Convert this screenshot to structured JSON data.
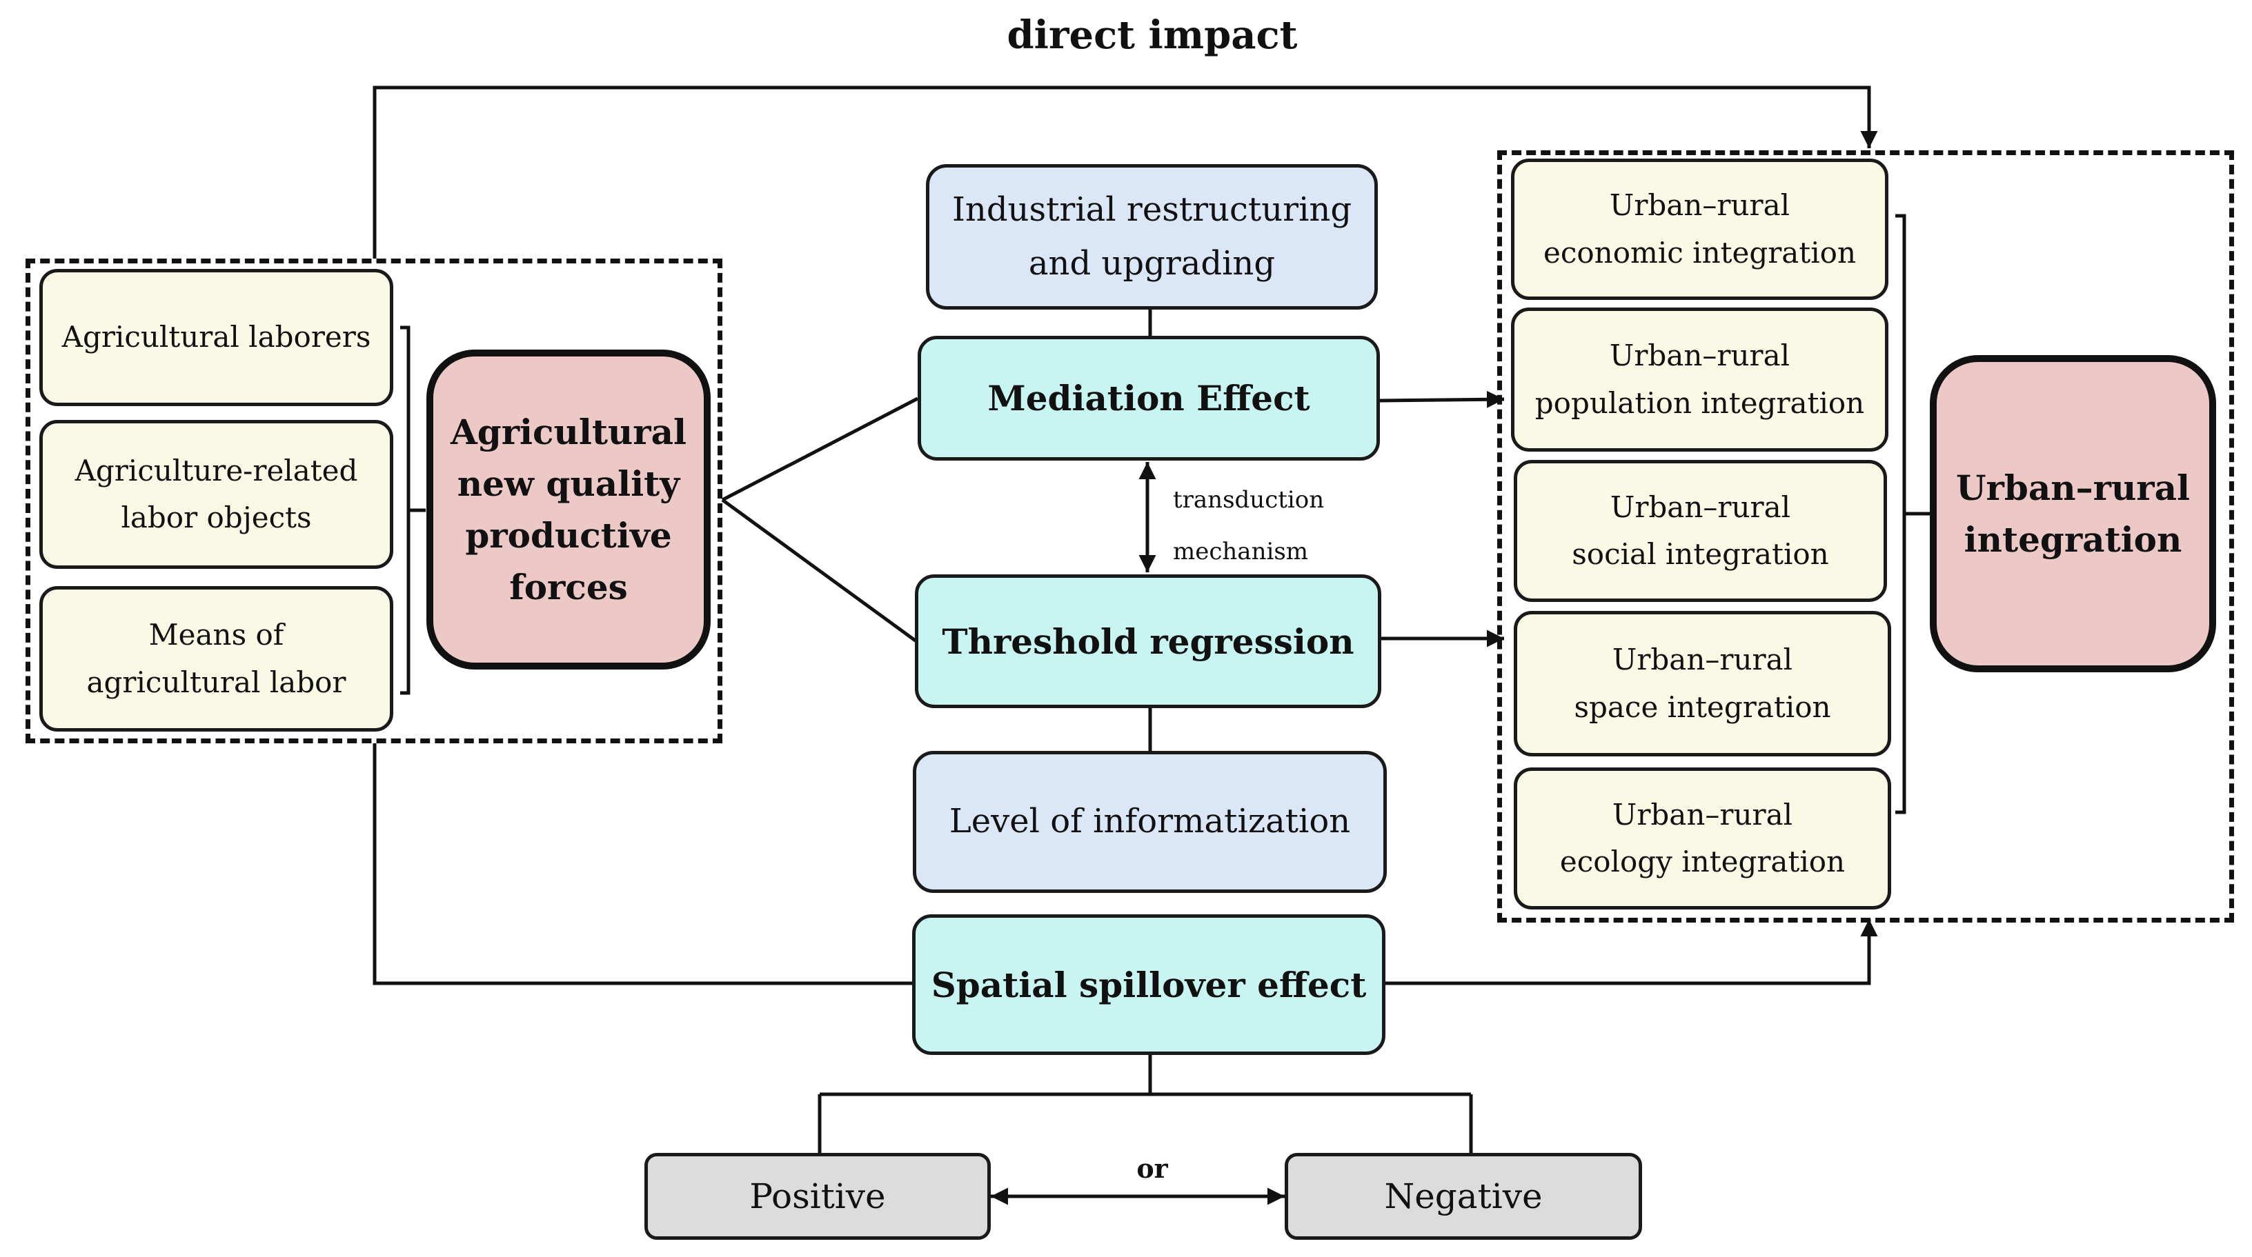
{
  "title": "direct impact",
  "left_group": {
    "items": [
      {
        "lines": [
          "Agricultural laborers"
        ]
      },
      {
        "lines": [
          "Agriculture-related",
          "labor objects"
        ]
      },
      {
        "lines": [
          "Means of",
          "agricultural labor"
        ]
      }
    ],
    "core": {
      "lines": [
        "Agricultural",
        "new quality",
        "productive",
        "forces"
      ]
    }
  },
  "center": {
    "industrial": {
      "lines": [
        "Industrial restructuring",
        "and upgrading"
      ]
    },
    "mediation": {
      "lines": [
        "Mediation Effect"
      ]
    },
    "transduction": {
      "lines": [
        "transduction",
        "mechanism"
      ]
    },
    "threshold": {
      "lines": [
        "Threshold regression"
      ]
    },
    "informatization": {
      "lines": [
        "Level of informatization"
      ]
    },
    "spatial": {
      "lines": [
        "Spatial spillover effect"
      ]
    }
  },
  "right_group": {
    "items": [
      {
        "lines": [
          "Urban–rural",
          "economic integration"
        ]
      },
      {
        "lines": [
          "Urban–rural",
          "population integration"
        ]
      },
      {
        "lines": [
          "Urban–rural",
          "social integration"
        ]
      },
      {
        "lines": [
          "Urban–rural",
          "space integration"
        ]
      },
      {
        "lines": [
          "Urban–rural",
          "ecology integration"
        ]
      }
    ],
    "core": {
      "lines": [
        "Urban–rural",
        "integration"
      ]
    }
  },
  "outcomes": {
    "positive": "Positive",
    "or": "or",
    "negative": "Negative"
  },
  "colors": {
    "sub_fill": "#f9f9e6",
    "core_fill": "#ecc9c6",
    "method_fill": "#c8f4f2",
    "factor_fill": "#dbe6f7",
    "outcome_fill": "#dcdcdc",
    "line": "#111111"
  }
}
